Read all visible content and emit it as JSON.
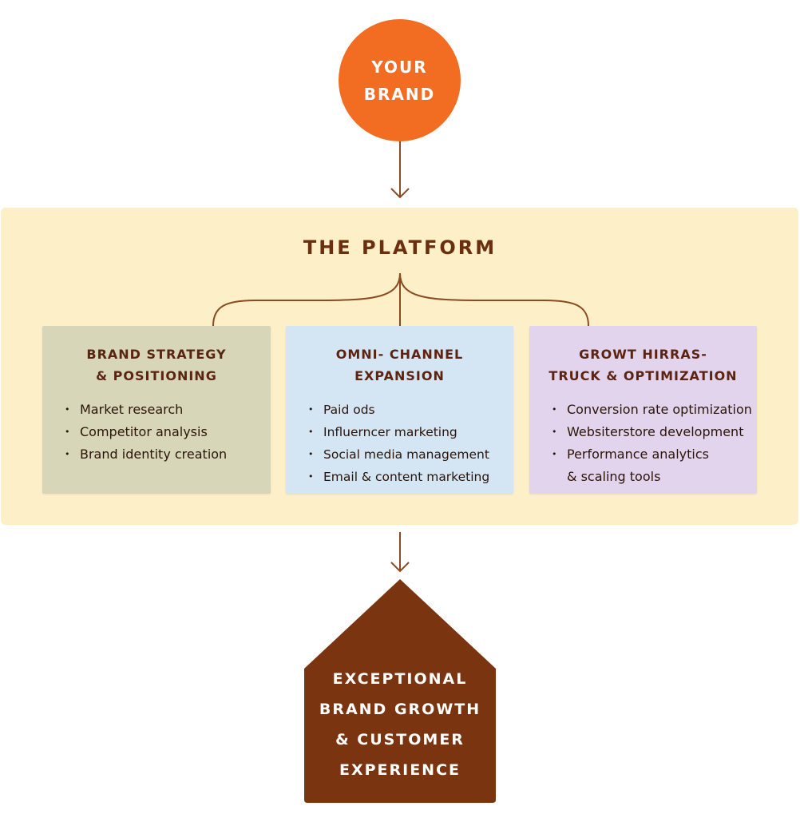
{
  "brand": {
    "line1": "YOUR",
    "line2": "BRAND"
  },
  "platform": {
    "title": "THE PLATFORM"
  },
  "cards": [
    {
      "title_line1": "BRAND STRATEGY",
      "title_line2": "& POSITIONING",
      "items": [
        "Market research",
        "Competitor analysis",
        "Brand identity creation"
      ]
    },
    {
      "title_line1": "OMNI- CHANNEL",
      "title_line2": "EXPANSION",
      "items": [
        "Paid ods",
        "Influerncer marketing",
        "Social media management",
        "Email & content marketing"
      ]
    },
    {
      "title_line1": "GROWT HIRRAS-",
      "title_line2": "TRUCK & OPTIMIZATION",
      "items": [
        "Conversion rate optimization",
        "Websiterstore development",
        "Performance analytics",
        "& scaling tools"
      ]
    }
  ],
  "outcome": {
    "line1": "EXCEPTIONAL",
    "line2": "BRAND GROWTH",
    "line3": "& CUSTOMER",
    "line4": "EXPERIENCE"
  },
  "colors": {
    "brand_circle": "#f26c22",
    "platform_bg": "#fdefc8",
    "dark_brown": "#7a3410",
    "card_strategy": "#d7d6b8",
    "card_channel": "#d4e6f4",
    "card_growth": "#e2d4ec"
  }
}
